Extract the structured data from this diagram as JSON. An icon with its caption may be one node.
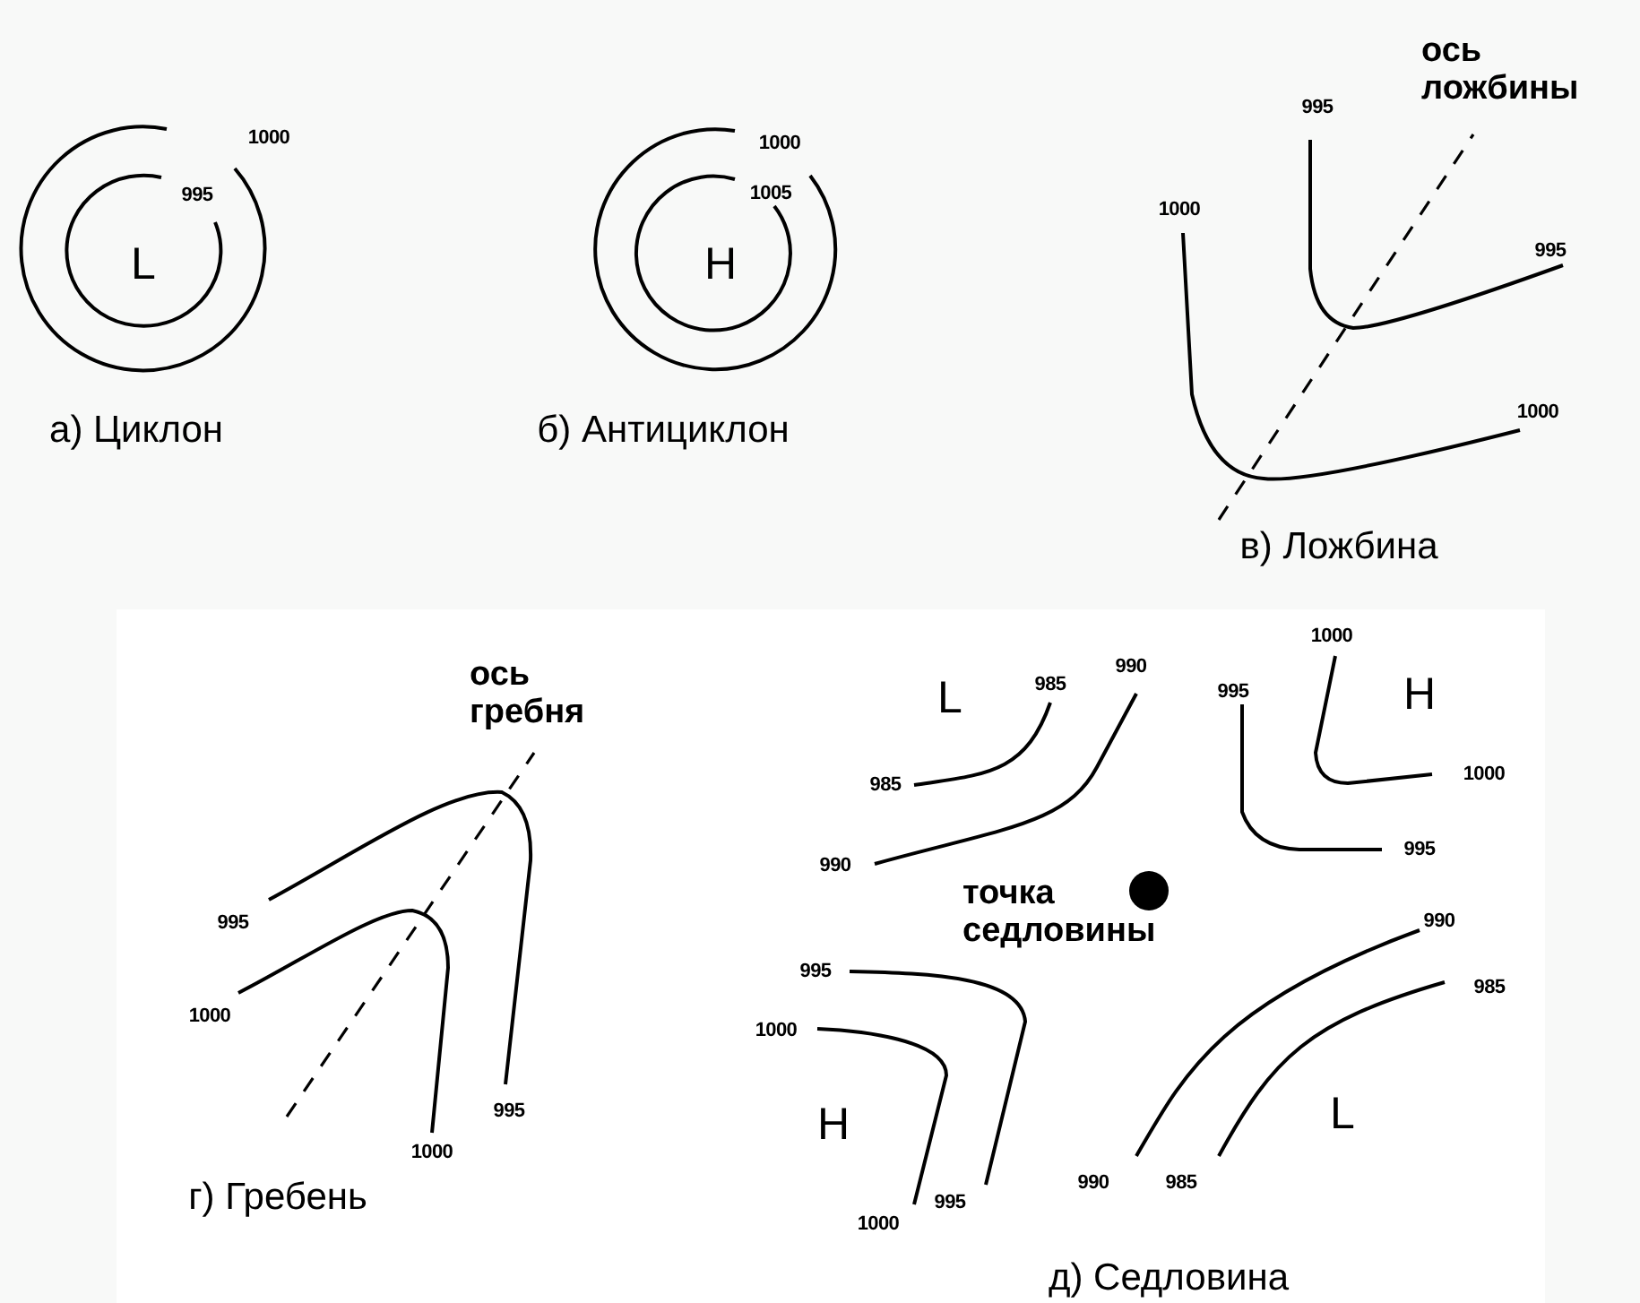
{
  "diagram": {
    "labels": [
      "1000",
      "995",
      "L",
      "а) Циклон",
      "1000",
      "1005",
      "H",
      "б) Антициклон",
      "ось ложбины",
      "995",
      "1000",
      "995",
      "1000",
      "в) Ложбина",
      "ось гребня",
      "995",
      "1000",
      "1000",
      "995",
      "г) Гребень",
      "L",
      "985",
      "990",
      "995",
      "1000",
      "H",
      "985",
      "1000",
      "990",
      "995",
      "точка седловины",
      "990",
      "995",
      "985",
      "1000",
      "H",
      "L",
      "990",
      "985",
      "995",
      "1000",
      "д) Седловина"
    ]
  }
}
